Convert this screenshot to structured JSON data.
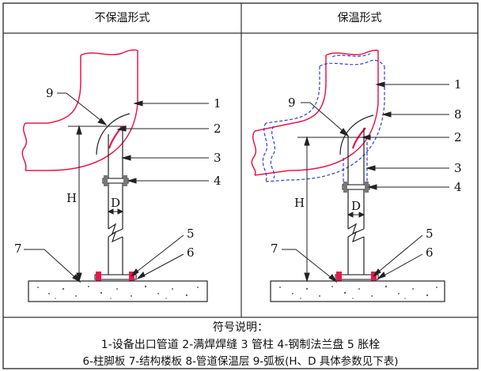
{
  "headers": {
    "left": "不保温形式",
    "right": "保温形式"
  },
  "callouts_left": [
    "1",
    "2",
    "3",
    "4",
    "5",
    "6",
    "7",
    "9"
  ],
  "callouts_right": [
    "1",
    "8",
    "2",
    "3",
    "4",
    "5",
    "6",
    "7",
    "9"
  ],
  "dimensions": {
    "height_label": "H",
    "diameter_label": "D"
  },
  "legend": {
    "title": "符号说明：",
    "line1": "1-设备出口管道 2-满焊焊缝 3 管柱 4-钢制法兰盘 5 胀栓",
    "line2": "6-柱脚板 7-结构楼板 8-管道保温层 9-弧板(H、D 具体参数见下表)"
  },
  "colors": {
    "pipe": "#e8184b",
    "insulation": "#2b3fd1",
    "line": "#222222",
    "border": "#333333"
  }
}
